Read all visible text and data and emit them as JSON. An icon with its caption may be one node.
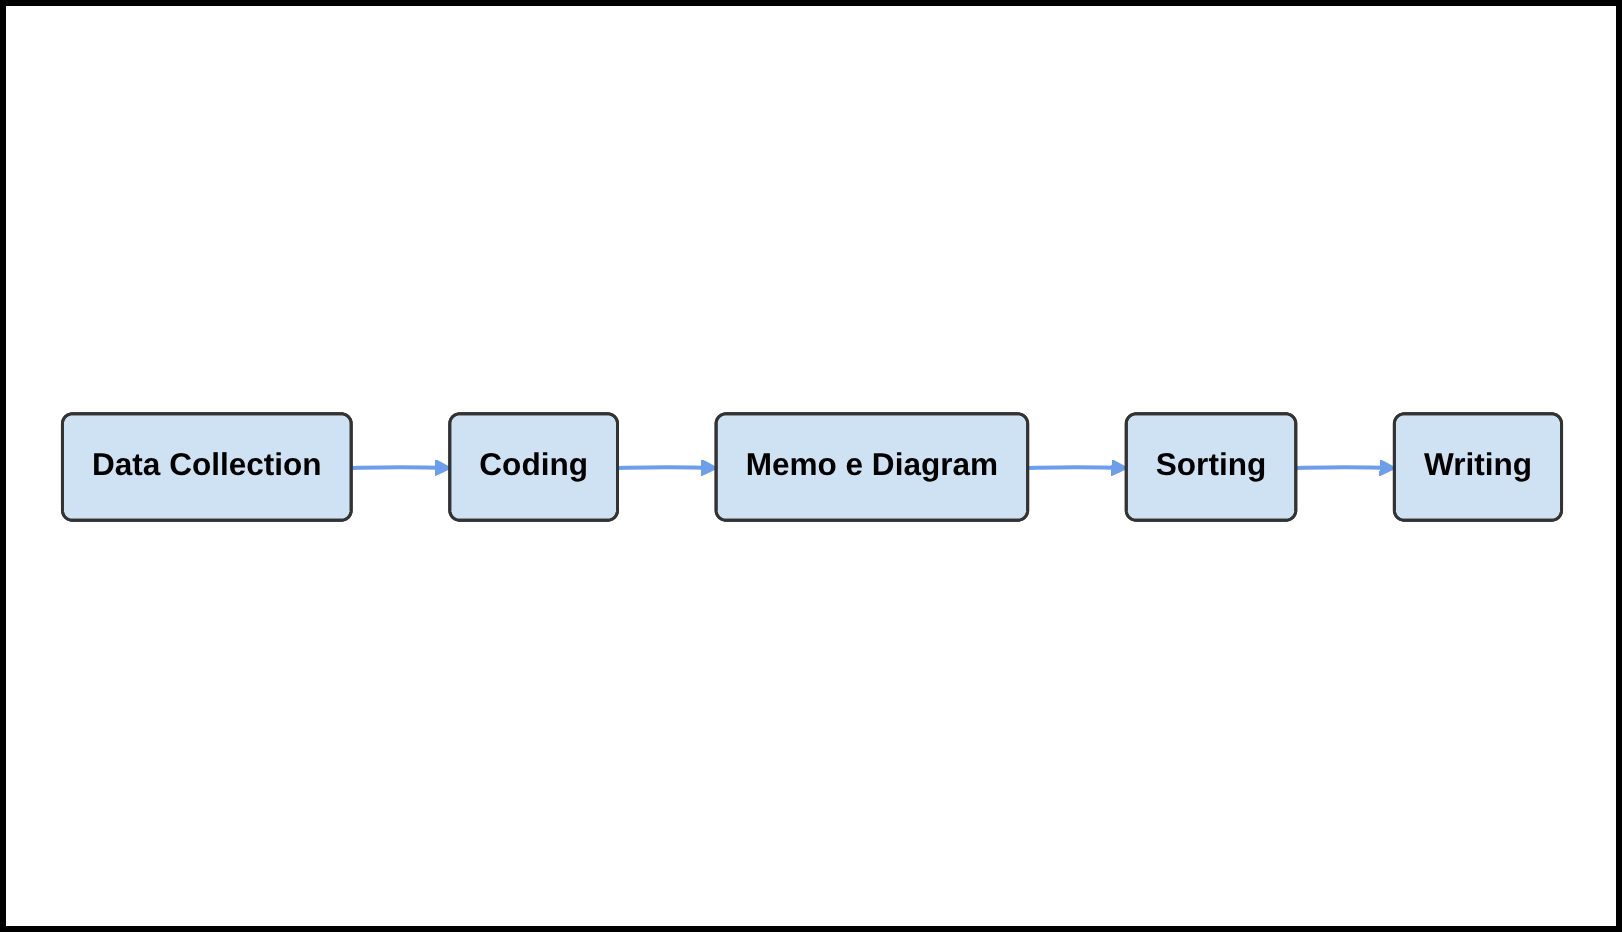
{
  "diagram": {
    "nodes": [
      {
        "text": [
          "Data Collection"
        ]
      },
      {
        "text": [
          "Coding"
        ]
      },
      {
        "text": [
          "Memo e Diagram"
        ]
      },
      {
        "text": [
          "Sorting"
        ]
      },
      {
        "text": [
          "Writing"
        ]
      }
    ],
    "edges": [
      {
        "from": 0,
        "to": 1,
        "arrow": "to"
      },
      {
        "from": 1,
        "to": 2,
        "arrow": "to"
      },
      {
        "from": 2,
        "to": 3,
        "arrow": "to"
      },
      {
        "from": 3,
        "to": 4,
        "arrow": "to"
      }
    ]
  }
}
